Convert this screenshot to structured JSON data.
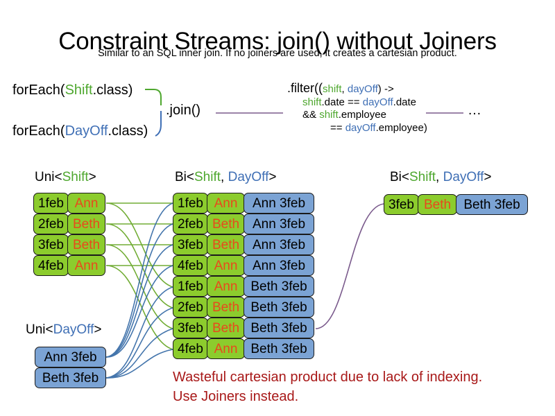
{
  "title": "Constraint Streams: join() without Joiners",
  "subtitle": "Similar to an SQL inner join. If no joiners are used, it creates a cartesian product.",
  "colors": {
    "shift_green": "#4ea72e",
    "dayoff_blue": "#3f6fb5",
    "name_orange": "#e8491c",
    "card_green": "#8ccc2d",
    "card_blue": "#7ba3d4",
    "warning_red": "#a81818",
    "connector_purple": "#7a5a8c"
  },
  "code": {
    "foreach_shift": {
      "prefix": "forEach(",
      "type": "Shift",
      "suffix": ".class)"
    },
    "foreach_dayoff": {
      "prefix": "forEach(",
      "type": "DayOff",
      "suffix": ".class)"
    },
    "join": ".join()",
    "ellipsis": "…",
    "filter": {
      "line1_a": ".filter((",
      "line1_shift": "shift",
      "line1_comma": ", ",
      "line1_dayoff": "dayOff",
      "line1_b": ") ->",
      "line2_shift": "shift",
      "line2_a": ".date == ",
      "line2_dayoff": "dayOff",
      "line2_b": ".date",
      "line3_a": "&& ",
      "line3_shift": "shift",
      "line3_b": ".employee",
      "line4_a": "== ",
      "line4_dayoff": "dayOff",
      "line4_b": ".employee)"
    }
  },
  "labels": {
    "uni_shift": {
      "prefix": "Uni<",
      "type": "Shift",
      "suffix": ">"
    },
    "bi_middle": {
      "prefix": "Bi<",
      "type1": "Shift",
      "comma": ", ",
      "type2": "DayOff",
      "suffix": ">"
    },
    "bi_right": {
      "prefix": "Bi<",
      "type1": "Shift",
      "comma": ", ",
      "type2": "DayOff",
      "suffix": ">"
    },
    "uni_dayoff": {
      "prefix": "Uni<",
      "type": "DayOff",
      "suffix": ">"
    }
  },
  "shift_stream": [
    {
      "date": "1feb",
      "employee": "Ann"
    },
    {
      "date": "2feb",
      "employee": "Beth"
    },
    {
      "date": "3feb",
      "employee": "Beth"
    },
    {
      "date": "4feb",
      "employee": "Ann"
    }
  ],
  "dayoff_stream": [
    {
      "label": "Ann 3feb"
    },
    {
      "label": "Beth 3feb"
    }
  ],
  "cartesian_product": [
    {
      "date": "1feb",
      "employee": "Ann",
      "dayoff": "Ann 3feb"
    },
    {
      "date": "2feb",
      "employee": "Beth",
      "dayoff": "Ann 3feb"
    },
    {
      "date": "3feb",
      "employee": "Beth",
      "dayoff": "Ann 3feb"
    },
    {
      "date": "4feb",
      "employee": "Ann",
      "dayoff": "Ann 3feb"
    },
    {
      "date": "1feb",
      "employee": "Ann",
      "dayoff": "Beth 3feb"
    },
    {
      "date": "2feb",
      "employee": "Beth",
      "dayoff": "Beth 3feb"
    },
    {
      "date": "3feb",
      "employee": "Beth",
      "dayoff": "Beth 3feb"
    },
    {
      "date": "4feb",
      "employee": "Ann",
      "dayoff": "Beth 3feb"
    }
  ],
  "filtered_result": {
    "date": "3feb",
    "employee": "Beth",
    "dayoff": "Beth 3feb"
  },
  "warning": {
    "line1": "Wasteful cartesian product due to lack of indexing.",
    "line2": "Use Joiners instead."
  }
}
